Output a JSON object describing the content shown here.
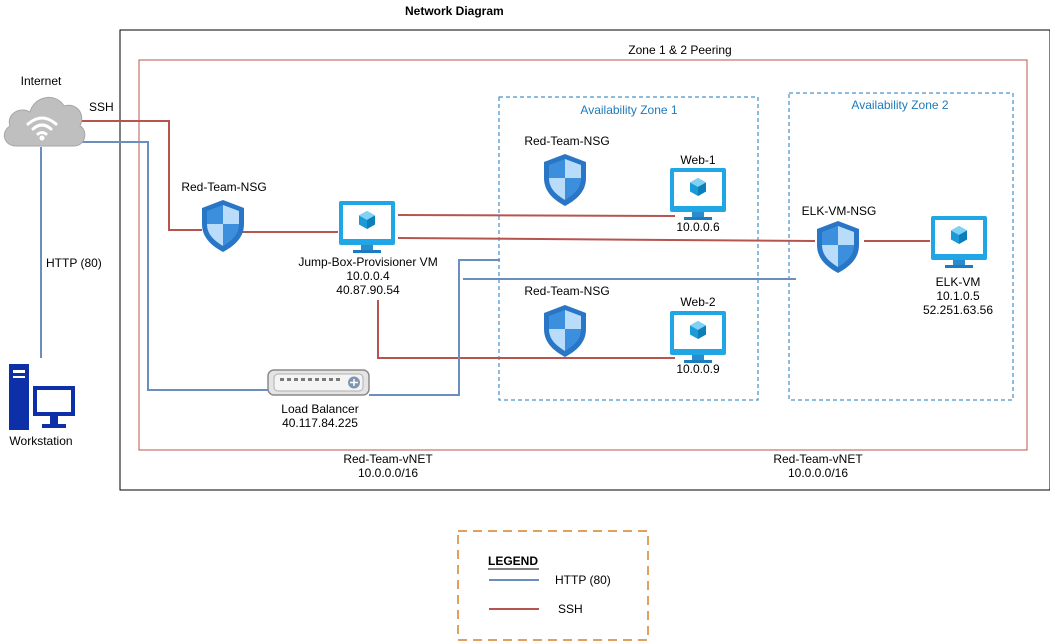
{
  "diagram": {
    "title": "Network Diagram",
    "peering_label": "Zone 1 & 2 Peering",
    "zone1_label": "Availability Zone 1",
    "zone2_label": "Availability Zone 2",
    "internet": {
      "label": "Internet",
      "icon": "cloud-icon"
    },
    "ssh_label": "SSH",
    "http_label": "HTTP (80)",
    "workstation": {
      "label": "Workstation",
      "icon": "workstation-icon"
    },
    "nsg_main": {
      "label": "Red-Team-NSG",
      "icon": "shield-icon"
    },
    "jump_box": {
      "name": "Jump-Box-Provisioner VM",
      "ip_private": "10.0.0.4",
      "ip_public": "40.87.90.54",
      "icon": "vm-monitor-icon"
    },
    "load_balancer": {
      "name": "Load Balancer",
      "ip": "40.117.84.225",
      "icon": "load-balancer-icon"
    },
    "nsg_web1": {
      "label": "Red-Team-NSG",
      "icon": "shield-icon"
    },
    "nsg_web2": {
      "label": "Red-Team-NSG",
      "icon": "shield-icon"
    },
    "web1": {
      "name": "Web-1",
      "ip": "10.0.0.6",
      "icon": "vm-monitor-icon"
    },
    "web2": {
      "name": "Web-2",
      "ip": "10.0.0.9",
      "icon": "vm-monitor-icon"
    },
    "elk_nsg": {
      "label": "ELK-VM-NSG",
      "icon": "shield-icon"
    },
    "elk_vm": {
      "name": "ELK-VM",
      "ip_private": "10.1.0.5",
      "ip_public": "52.251.63.56",
      "icon": "vm-monitor-icon"
    },
    "vnet_left": {
      "name": "Red-Team-vNET",
      "cidr": "10.0.0.0/16"
    },
    "vnet_right": {
      "name": "Red-Team-vNET",
      "cidr": "10.0.0.0/16"
    }
  },
  "legend": {
    "title": "LEGEND",
    "items": [
      {
        "label": "HTTP (80)",
        "color": "#6c8ebf"
      },
      {
        "label": "SSH",
        "color": "#b85450"
      }
    ]
  },
  "colors": {
    "ssh_line": "#b85450",
    "http_line": "#6c8ebf",
    "zone_border": "#1e7ab8",
    "vnet_border": "#b85450",
    "legend_border": "#e0a060",
    "azure_blue": "#0f9bd7"
  }
}
